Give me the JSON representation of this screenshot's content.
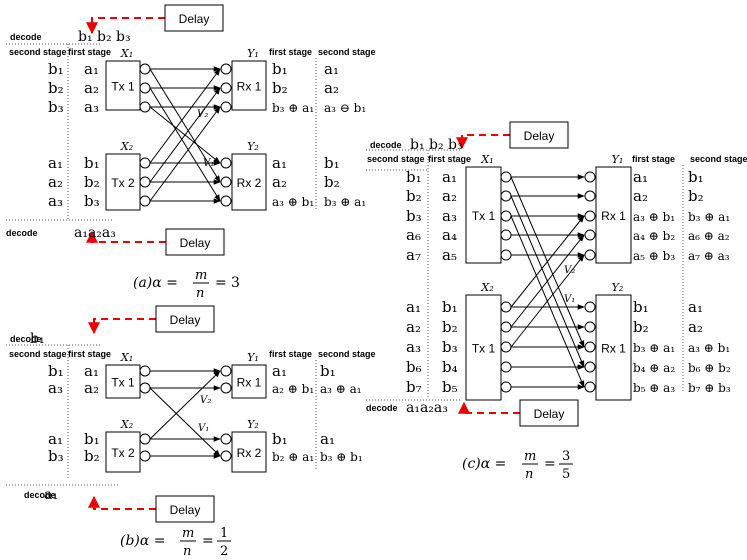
{
  "common": {
    "delay": "Delay",
    "decode": "decode",
    "first_stage": "first stage",
    "second_stage": "second stage",
    "second_stage_short": "second stag"
  },
  "panel_a": {
    "caption": "(a)α = m/n = 3",
    "decode_top": "b1 b2 b3",
    "decode_bottom": "a1a2a3",
    "tx": [
      {
        "name": "Tx 1",
        "node": "X1"
      },
      {
        "name": "Tx 2",
        "node": "X2"
      }
    ],
    "rx": [
      {
        "name": "Rx 1",
        "node": "Y1"
      },
      {
        "name": "Rx 2",
        "node": "Y2"
      }
    ],
    "v_labels": [
      "V2",
      "V1"
    ],
    "tx1_second_stage": [
      "b1",
      "b2",
      "b3"
    ],
    "tx1_first_stage": [
      "a1",
      "a2",
      "a3"
    ],
    "tx2_second_stage": [
      "a1",
      "a2",
      "a3"
    ],
    "tx2_first_stage": [
      "b1",
      "b2",
      "b3"
    ],
    "rx1_first_stage": [
      "b1",
      "b2",
      "b3 ⊕ a1"
    ],
    "rx1_second_stage": [
      "a1",
      "a2",
      "a3 ⊖ b1"
    ],
    "rx2_first_stage": [
      "a1",
      "a2",
      "a3 ⊕ b1"
    ],
    "rx2_second_stage": [
      "b1",
      "b2",
      "b3 ⊕ a1"
    ]
  },
  "panel_b": {
    "caption": "(b)α = m/n = 1/2",
    "decode_top": "b1",
    "decode_bottom": "a1",
    "tx": [
      {
        "name": "Tx 1",
        "node": "X1"
      },
      {
        "name": "Tx 2",
        "node": "X2"
      }
    ],
    "rx": [
      {
        "name": "Rx 1",
        "node": "Y1"
      },
      {
        "name": "Rx 2",
        "node": "Y2"
      }
    ],
    "v_labels": [
      "V2",
      "V1"
    ],
    "tx1_second_stage": [
      "b1",
      "a3"
    ],
    "tx1_first_stage": [
      "a1",
      "a2"
    ],
    "tx2_second_stage": [
      "a1",
      "b3"
    ],
    "tx2_first_stage": [
      "b1",
      "b2"
    ],
    "rx1_first_stage": [
      "a1",
      "a2 ⊕ b1"
    ],
    "rx1_second_stage": [
      "b1",
      "a3 ⊕ a1"
    ],
    "rx2_first_stage": [
      "b1",
      "b2 ⊕ a1"
    ],
    "rx2_second_stage": [
      "a1",
      "b3 ⊕ b1"
    ]
  },
  "panel_c": {
    "caption": "(c)α = m/n = 3/5",
    "decode_top": "b1 b2 b3",
    "decode_bottom": "a1a2a3",
    "tx": [
      {
        "name": "Tx 1",
        "node": "X1"
      },
      {
        "name": "Tx 1",
        "node": "X2"
      }
    ],
    "rx": [
      {
        "name": "Rx 1",
        "node": "Y1"
      },
      {
        "name": "Rx 1",
        "node": "Y2"
      }
    ],
    "v_labels": [
      "V2",
      "V1"
    ],
    "tx1_second_stage": [
      "b1",
      "b2",
      "b3",
      "a6",
      "a7"
    ],
    "tx1_first_stage": [
      "a1",
      "a2",
      "a3",
      "a4",
      "a5"
    ],
    "tx2_second_stage": [
      "a1",
      "a2",
      "a3",
      "b6",
      "b7"
    ],
    "tx2_first_stage": [
      "b1",
      "b2",
      "b3",
      "b4",
      "b5"
    ],
    "rx1_first_stage": [
      "a1",
      "a2",
      "a3 ⊕ b1",
      "a4 ⊕ b2",
      "a5 ⊕ b3"
    ],
    "rx1_second_stage": [
      "b1",
      "b2",
      "b3 ⊕ a1",
      "a6 ⊕ a2",
      "a7 ⊕ a3"
    ],
    "rx2_first_stage": [
      "b1",
      "b2",
      "b3 ⊕ a1",
      "b4 ⊕ a2",
      "b5 ⊕ a3"
    ],
    "rx2_second_stage": [
      "a1",
      "a2",
      "a3 ⊕ b1",
      "b6 ⊕ b2",
      "b7 ⊕ b3"
    ]
  }
}
